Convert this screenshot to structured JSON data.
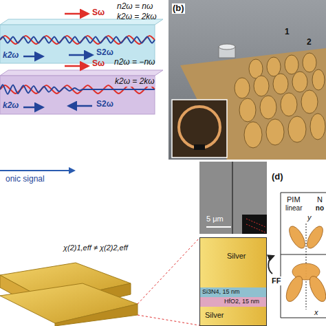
{
  "diagram": {
    "labels": [
      "Sω",
      "n2ω = nω",
      "k2ω = 2kω",
      "k2ω",
      "S2ω",
      "Sω",
      "n2ω = −nω",
      "k2ω = 2kω",
      "k2ω",
      "S2ω",
      "(b)",
      "1",
      "2",
      "onic signal",
      "5 μm",
      "χ(2)1,eff ≠ χ(2)2,eff",
      "Silver",
      "Si3N4, 15 nm",
      "HfO2, 15 nm",
      "Silver",
      "(d)",
      "PIM",
      "linear",
      "y",
      "N",
      "no",
      "FF",
      "x"
    ]
  }
}
